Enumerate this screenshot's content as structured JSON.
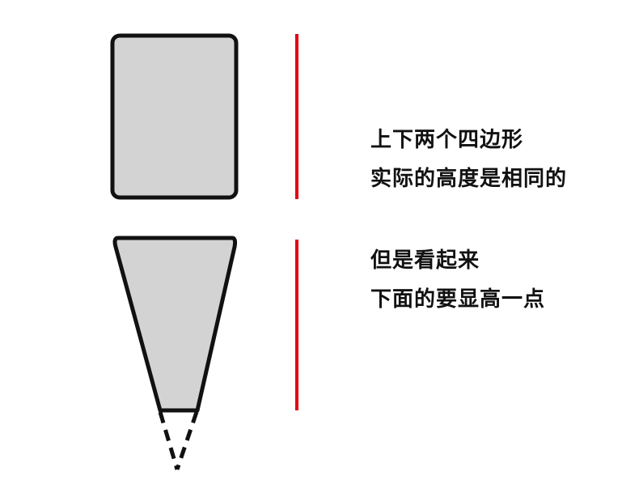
{
  "colors": {
    "shape_fill": "#d3d3d3",
    "shape_stroke": "#111111",
    "marker_line": "#e60012",
    "text": "#111111",
    "background": "#ffffff"
  },
  "top_group": {
    "shape": "rounded-rectangle",
    "captions": [
      "上下两个四边形",
      "实际的高度是相同的"
    ]
  },
  "bottom_group": {
    "shape": "tapered-trapezoid-with-dashed-extension",
    "captions": [
      "但是看起来",
      "下面的要显高一点"
    ]
  }
}
